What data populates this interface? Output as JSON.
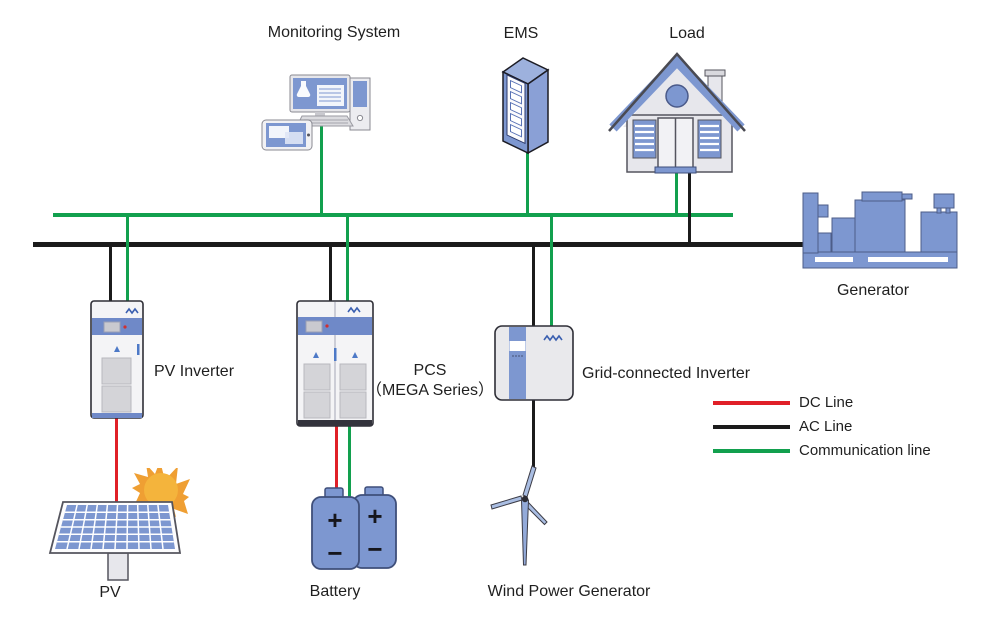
{
  "nodes": {
    "monitoring_system": {
      "label": "Monitoring System"
    },
    "ems": {
      "label": "EMS"
    },
    "load": {
      "label": "Load"
    },
    "generator": {
      "label": "Generator"
    },
    "pv_inverter": {
      "label": "PV Inverter"
    },
    "pcs": {
      "label_line1": "PCS",
      "label_line2": "（MEGA Series）"
    },
    "grid_inverter": {
      "label": "Grid-connected Inverter"
    },
    "pv": {
      "label": "PV"
    },
    "battery": {
      "label": "Battery",
      "plus_symbol": "+",
      "minus_symbol": "−"
    },
    "wind": {
      "label": "Wind Power Generator"
    }
  },
  "legend": {
    "items": [
      {
        "label": "DC Line",
        "color": "#e02028"
      },
      {
        "label": "AC Line",
        "color": "#1b1b1b"
      },
      {
        "label": "Communication line",
        "color": "#12a04e"
      }
    ]
  },
  "colors": {
    "dc_line": "#e02028",
    "ac_line": "#1b1b1b",
    "communication_line": "#12a04e",
    "device_blue": "#7d97d0",
    "device_band_blue": "#6f89c8",
    "sun_orange": "#f0a13a"
  }
}
